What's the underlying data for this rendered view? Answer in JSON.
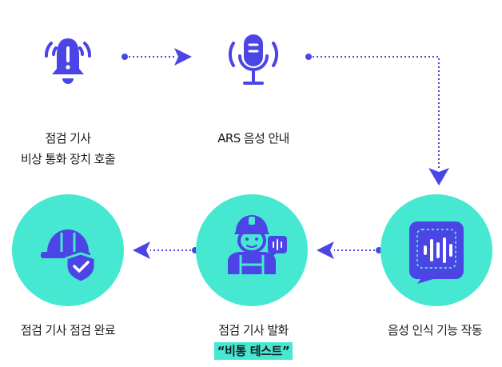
{
  "colors": {
    "accent": "#46e8d2",
    "icon": "#4b45e6"
  },
  "steps": [
    {
      "icon": "alarm-bell-icon",
      "line1": "점검 기사",
      "line2": "비상 통화 장치 호출"
    },
    {
      "icon": "microphone-icon",
      "line1": "ARS 음성 안내"
    },
    {
      "icon": "voice-recognition-icon",
      "line1": "음성 인식 기능 작동"
    },
    {
      "icon": "technician-speaking-icon",
      "line1": "점검 기사 발화",
      "highlight": "“비통 테스트”"
    },
    {
      "icon": "helmet-shield-icon",
      "line1": "점검 기사 점검 완료"
    }
  ]
}
